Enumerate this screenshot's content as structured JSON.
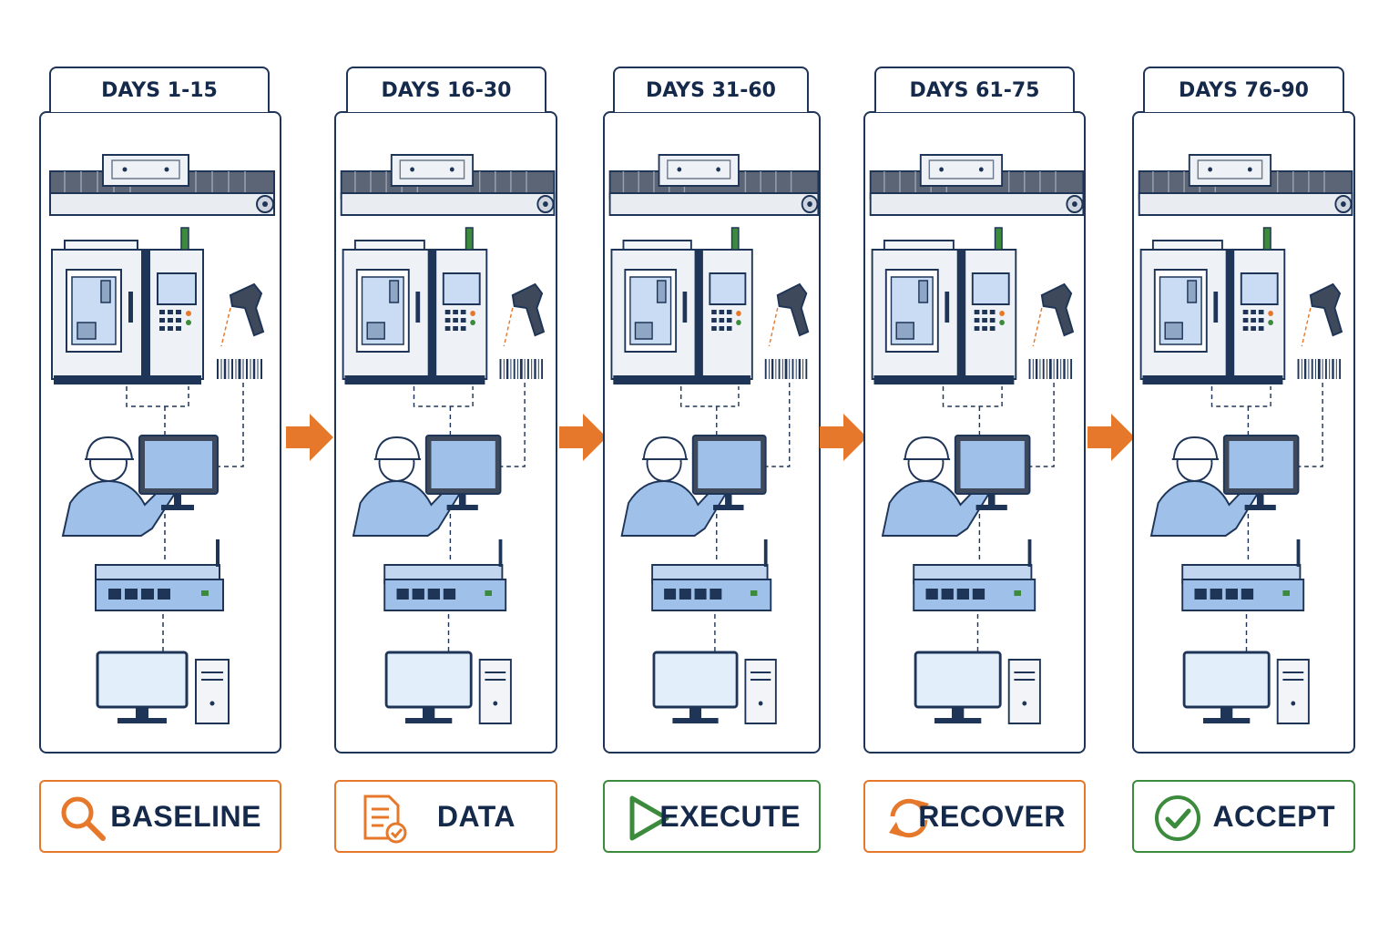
{
  "phases": [
    {
      "days": "DAYS 1-15",
      "stage": "BASELINE",
      "icon": "magnifier-icon"
    },
    {
      "days": "DAYS 16-30",
      "stage": "DATA",
      "icon": "document-check-icon"
    },
    {
      "days": "DAYS 31-60",
      "stage": "EXECUTE",
      "icon": "play-icon"
    },
    {
      "days": "DAYS 61-75",
      "stage": "RECOVER",
      "icon": "refresh-icon"
    },
    {
      "days": "DAYS 76-90",
      "stage": "ACCEPT",
      "icon": "checkmark-circle-icon"
    }
  ],
  "colors": {
    "navy": "#1e3557",
    "accent_orange": "#e5782b",
    "accent_green": "#3c8a3c",
    "equipment_blue": "#9fc0e8",
    "screen_blue": "#dcebfb"
  }
}
